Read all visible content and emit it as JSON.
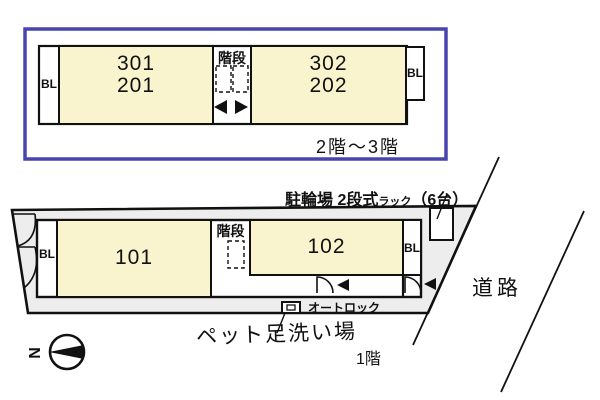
{
  "colors": {
    "frame_blue": "#4646ae",
    "room_cream": "#FAF4CE",
    "site_gray": "#EDEDED",
    "line_black": "#111111"
  },
  "upper_plan": {
    "frame_label": "2階〜3階",
    "bl_left": "BL",
    "bl_right": "BL",
    "stairs_label": "階段",
    "room_left_line1": "301",
    "room_left_line2": "201",
    "room_right_line1": "302",
    "room_right_line2": "202"
  },
  "lower_plan": {
    "floor_label": "1階",
    "bl_left": "BL",
    "bl_right": "BL",
    "stairs_label": "階段",
    "room_left": "101",
    "room_right": "102",
    "bicycle": {
      "main": "駐輪場 2段式",
      "small": "ラック",
      "count": "（6台）"
    },
    "autolock_label": "オートロック",
    "pet_label": "ペット足洗い場",
    "road_label": "道路",
    "compass_letter": "N"
  }
}
